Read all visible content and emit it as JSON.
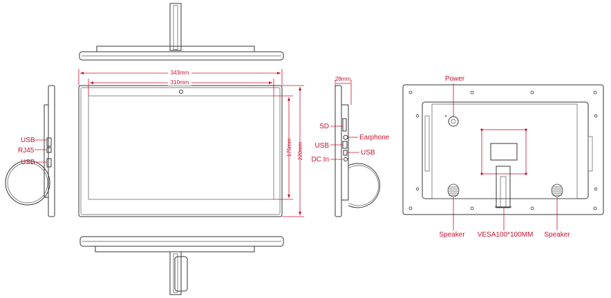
{
  "front_view": {
    "width_outer": "343mm",
    "width_screen": "310mm",
    "height_screen": "175mm",
    "height_outer": "220mm"
  },
  "left_side": {
    "ports": [
      "USB",
      "RJ45",
      "USB"
    ]
  },
  "right_side": {
    "depth": "28mm",
    "ports_left": [
      "SD",
      "USB",
      "DC In"
    ],
    "ports_right": [
      "Earphone",
      "USB"
    ]
  },
  "back_view": {
    "power": "Power",
    "speaker_left": "Speaker",
    "vesa": "VESA100*100MM",
    "speaker_right": "Speaker"
  },
  "colors": {
    "annotation": "#c8102e",
    "outline": "#333333"
  }
}
